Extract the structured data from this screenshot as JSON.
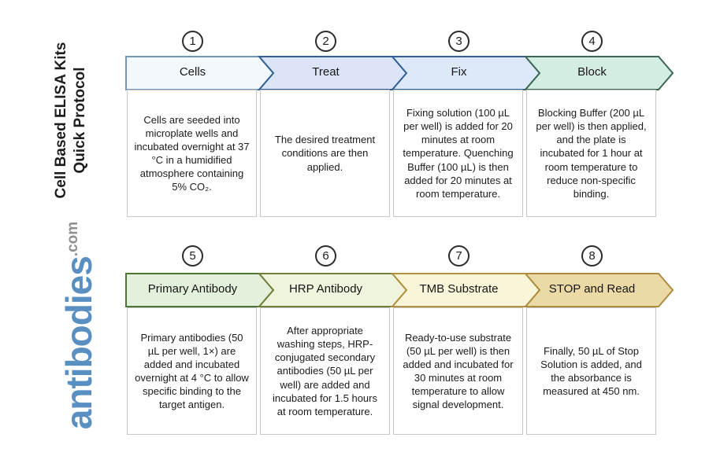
{
  "branding": {
    "title_line1": "Cell Based ELISA Kits",
    "title_line2": "Quick Protocol",
    "logo_text": "antibodies",
    "logo_suffix": ".com",
    "logo_color": "#5a8fc2",
    "logo_suffix_color": "#8f8f8f"
  },
  "steps": [
    {
      "number": "1",
      "label": "Cells",
      "description": "Cells are seeded into microplate wells and incubated overnight at 37 °C in a humidified atmosphere containing 5% CO₂.",
      "fill": "#f3f8fc",
      "border": "#7099bf"
    },
    {
      "number": "2",
      "label": "Treat",
      "description": "The desired treatment conditions are then applied.",
      "fill": "#dce5f8",
      "border": "#2f5f95"
    },
    {
      "number": "3",
      "label": "Fix",
      "description": "Fixing solution (100 µL per well) is added for 20 minutes at room temperature. Quenching Buffer (100 µL) is then added for 20 minutes at room temperature.",
      "fill": "#dde9f9",
      "border": "#33629b"
    },
    {
      "number": "4",
      "label": "Block",
      "description": "Blocking Buffer (200 µL per well) is then applied, and the plate is incubated for 1 hour at room temperature to reduce non-specific binding.",
      "fill": "#d4ede2",
      "border": "#3c6852"
    },
    {
      "number": "5",
      "label": "Primary Antibody",
      "description": "Primary antibodies (50 µL per well, 1×) are added and incubated overnight at 4 °C to allow specific binding to the target antigen.",
      "fill": "#e3f1dc",
      "border": "#4a7733"
    },
    {
      "number": "6",
      "label": "HRP Antibody",
      "description": "After appropriate washing steps, HRP-conjugated secondary antibodies (50 µL per well) are added and incubated for 1.5 hours at room temperature.",
      "fill": "#eff4dd",
      "border": "#70803a"
    },
    {
      "number": "7",
      "label": "TMB Substrate",
      "description": "Ready-to-use substrate (50 µL per well) is then added and incubated for 30 minutes at room temperature to allow signal development.",
      "fill": "#f9f5d8",
      "border": "#b2923f"
    },
    {
      "number": "8",
      "label": "STOP and Read",
      "description": "Finally, 50 µL of Stop Solution is added, and the absorbance is measured at 450 nm.",
      "fill": "#ebd9a6",
      "border": "#ad8c3f"
    }
  ]
}
